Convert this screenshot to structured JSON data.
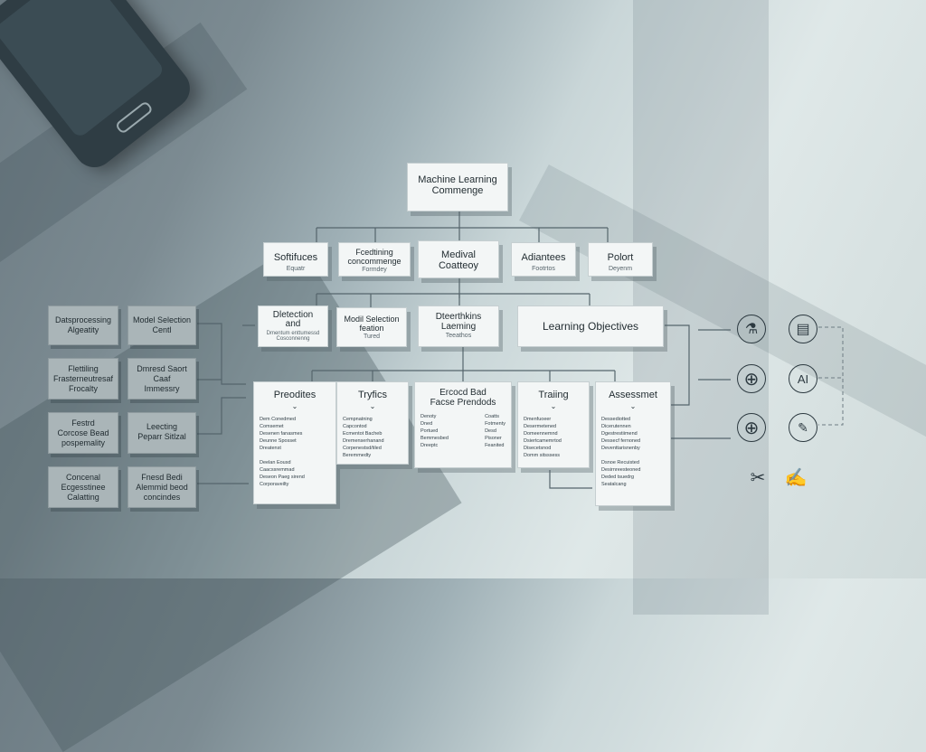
{
  "top": {
    "title_line1": "Machine Learning",
    "title_line2": "Commenge"
  },
  "row1": [
    {
      "t": "Softifuces",
      "s": "Equatr"
    },
    {
      "t": "Fcedtining\nconcommenge",
      "s": "Formdey"
    },
    {
      "t": "Medival\nCoatteoy",
      "s": ""
    },
    {
      "t": "Adiantees",
      "s": "Footrtos"
    },
    {
      "t": "Polort",
      "s": "Deyenm"
    }
  ],
  "row2": [
    {
      "t": "Dletection\nand",
      "s": "Dmentum enttumessd\nCosconnenng"
    },
    {
      "t": "Modil Selection\nfeation",
      "s": "Tured"
    },
    {
      "t": "Dteerthkins\nLaeming",
      "s": "Teeathos"
    },
    {
      "t": "Learning Objectives",
      "s": ""
    }
  ],
  "row3": [
    {
      "t": "Preodites",
      "items": [
        "Dem Conedmed",
        "Comsemet",
        "Desenen fanasmes",
        "Deunne Sposset",
        "Dreatenst",
        "",
        "Deelan Eousd",
        "Caacssremmad",
        "Deseon Paeg sirend",
        "Corporaveilty"
      ]
    },
    {
      "t": "Tryfics",
      "items": [
        "Cempnatning",
        "Capcontod",
        "Ecmentot Bacheb",
        "Dremenserhanand",
        "Corpenestsd/tiled",
        "Beremmedty"
      ]
    },
    {
      "t": "Ercocd Bad\nFacse Prendods",
      "items": [
        "Denoty",
        "Dned",
        "Portued",
        "Bemmesbed",
        "Dreeptc",
        "Coatts",
        "Fotmenty",
        "Desd",
        "Pisoner",
        "Feanited"
      ]
    },
    {
      "t": "Traiing",
      "items": [
        "Dmenfuoeer",
        "Desermetened",
        "Domeennemnd",
        "Dsiertcamemrtod",
        "Disecetsnod",
        "Domm sitsssess"
      ]
    },
    {
      "t": "Assessmet",
      "items": [
        "Dessediotted",
        "Dicerutennen",
        "Dgestrestiimend",
        "Dessecf fernoned",
        "Deventtarisnenby",
        "",
        "Dsnoe Recuisted",
        "Desirnreesteoned",
        "Deded tsuedrg",
        "Seatalcang"
      ]
    }
  ],
  "left": [
    {
      "t": "Datsprocessing\nAlgeatity"
    },
    {
      "t": "Model Selection\nCentl"
    },
    {
      "t": "Flettiling\nFrasterneutresaf\nFrocalty"
    },
    {
      "t": "Dmresd Saort\nCaaf\nImmessry"
    },
    {
      "t": "Festrd\nCorcose Bead\npospemality"
    },
    {
      "t": "Leecting\nPeparr Sitlzal"
    },
    {
      "t": "Concenal\nEcgesstinee\nCalatting"
    },
    {
      "t": "Fnesd Bedi\nAlemmid beod\nconcindes"
    }
  ],
  "icons": [
    {
      "name": "flask-icon",
      "glyph": "⚗"
    },
    {
      "name": "presentation-icon",
      "glyph": "▤"
    },
    {
      "name": "globe-icon",
      "glyph": "⊕"
    },
    {
      "name": "ai-icon",
      "glyph": "AI"
    },
    {
      "name": "globe-icon-2",
      "glyph": "⊕"
    },
    {
      "name": "ticket-icon",
      "glyph": "✎"
    },
    {
      "name": "tools-icon",
      "glyph": "✂"
    },
    {
      "name": "document-edit-icon",
      "glyph": "✍"
    }
  ]
}
